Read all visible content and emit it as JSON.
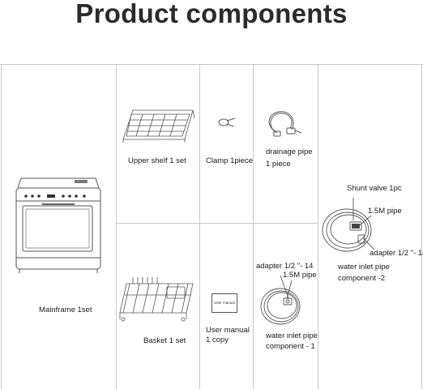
{
  "page": {
    "title": "Product components"
  },
  "components": {
    "mainframe": {
      "label": "Mainframe 1set"
    },
    "upper_shelf": {
      "label": "Upper shelf 1 set"
    },
    "clamp": {
      "label": "Clamp 1piece"
    },
    "drainage_pipe": {
      "line1": "drainage pipe",
      "line2": "1 piece"
    },
    "basket": {
      "label": "Basket 1 set"
    },
    "user_manual": {
      "line1": "User manual",
      "line2": "1 copy",
      "box_text": "User manual"
    },
    "water_inlet_1": {
      "adapter": "adapter 1/2 \"- 14",
      "pipe": "1.5M  pipe",
      "line1": "water inlet pipe",
      "line2": "component - 1"
    },
    "water_inlet_2": {
      "shunt_valve": "Shunt valve 1pc",
      "pipe": "1.5M  pipe",
      "adapter": "adapter 1/2 \"- 14",
      "line1": "water inlet pipe",
      "line2": "component -2"
    }
  },
  "colors": {
    "grid_line": "#c9c9c9",
    "drawing_stroke": "#555555"
  }
}
